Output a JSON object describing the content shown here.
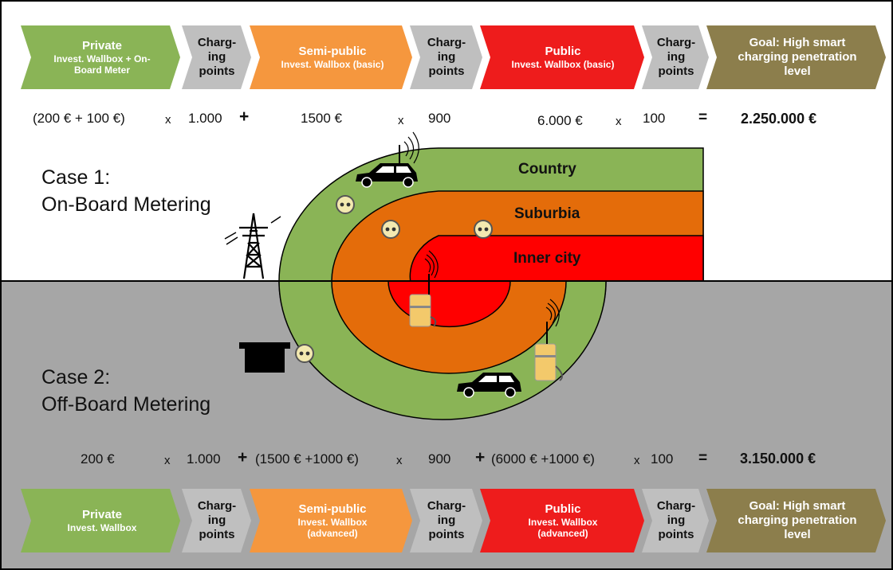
{
  "top_row": [
    {
      "type": "segment",
      "title": "Private",
      "sub": "Invest. Wallbox + On-Board Meter",
      "color": "#8ab456"
    },
    {
      "type": "points",
      "label": "Charg- ing points"
    },
    {
      "type": "segment",
      "title": "Semi-public",
      "sub": "Invest. Wallbox (basic)",
      "color": "#f5973e"
    },
    {
      "type": "points",
      "label": "Charg- ing points"
    },
    {
      "type": "segment",
      "title": "Public",
      "sub": "Invest. Wallbox (basic)",
      "color": "#ee1c1c"
    },
    {
      "type": "points",
      "label": "Charg- ing points"
    },
    {
      "type": "goal",
      "title": "Goal: High smart charging penetration level",
      "color": "#8c7e4c"
    }
  ],
  "top_formula": {
    "private_cost": "(200 € + 100 €)",
    "times_1": "x",
    "count_1": "1.000",
    "plus_1": "+",
    "semi_cost": "1500 €",
    "times_2": "x",
    "count_2": "900",
    "public_cost": "6.000 €",
    "times_3": "x",
    "count_3": "100",
    "equals": "=",
    "total": "2.250.000 €"
  },
  "case1": {
    "line1": "Case 1:",
    "line2": "On-Board Metering"
  },
  "case2": {
    "line1": "Case 2:",
    "line2": "Off-Board Metering"
  },
  "rings": {
    "country": {
      "label": "Country",
      "color": "#8ab456"
    },
    "suburbia": {
      "label": "Suburbia",
      "color": "#e46c0a"
    },
    "inner_city": {
      "label": "Inner city",
      "color": "#ff0000"
    }
  },
  "bottom_formula": {
    "private_cost": "200 €",
    "times_1": "x",
    "count_1": "1.000",
    "plus_1": "+",
    "semi_cost": "(1500 € +1000 €)",
    "times_2": "x",
    "count_2": "900",
    "plus_2": "+",
    "public_cost": "(6000 € +1000 €)",
    "times_3": "x",
    "count_3": "100",
    "equals": "=",
    "total": "3.150.000 €"
  },
  "bottom_row": [
    {
      "type": "segment",
      "title": "Private",
      "sub": "Invest. Wallbox",
      "color": "#8ab456"
    },
    {
      "type": "points",
      "label": "Charg- ing points"
    },
    {
      "type": "segment",
      "title": "Semi-public",
      "sub": "Invest. Wallbox (advanced)",
      "color": "#f5973e"
    },
    {
      "type": "points",
      "label": "Charg- ing points"
    },
    {
      "type": "segment",
      "title": "Public",
      "sub": "Invest. Wallbox (advanced)",
      "color": "#ee1c1c"
    },
    {
      "type": "points",
      "label": "Charg- ing points"
    },
    {
      "type": "goal",
      "title": "Goal: High smart charging penetration level",
      "color": "#8c7e4c"
    }
  ],
  "colors": {
    "points_grey": "#bfbfbf",
    "bottom_background": "#a6a6a6",
    "border": "#000000"
  }
}
